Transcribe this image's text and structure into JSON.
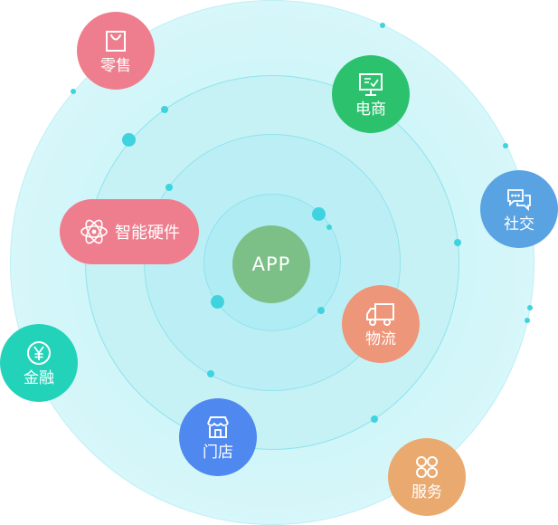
{
  "center": {
    "label": "APP",
    "color": "#7cc088"
  },
  "nodes": {
    "retail": {
      "label": "零售",
      "icon": "shopping-bag-icon",
      "color": "#ee7e8e"
    },
    "ecommerce": {
      "label": "电商",
      "icon": "monitor-check-icon",
      "color": "#2cc16d"
    },
    "social": {
      "label": "社交",
      "icon": "chat-bubbles-icon",
      "color": "#5aa3e3"
    },
    "hardware": {
      "label": "智能硬件",
      "icon": "atom-icon",
      "color": "#ee7e8e"
    },
    "logistics": {
      "label": "物流",
      "icon": "truck-icon",
      "color": "#ee967a"
    },
    "finance": {
      "label": "金融",
      "icon": "yuan-coin-icon",
      "color": "#23d3b9"
    },
    "store": {
      "label": "门店",
      "icon": "storefront-icon",
      "color": "#4f89f0"
    },
    "service": {
      "label": "服务",
      "icon": "clover-icon",
      "color": "#eaaa6f"
    }
  }
}
